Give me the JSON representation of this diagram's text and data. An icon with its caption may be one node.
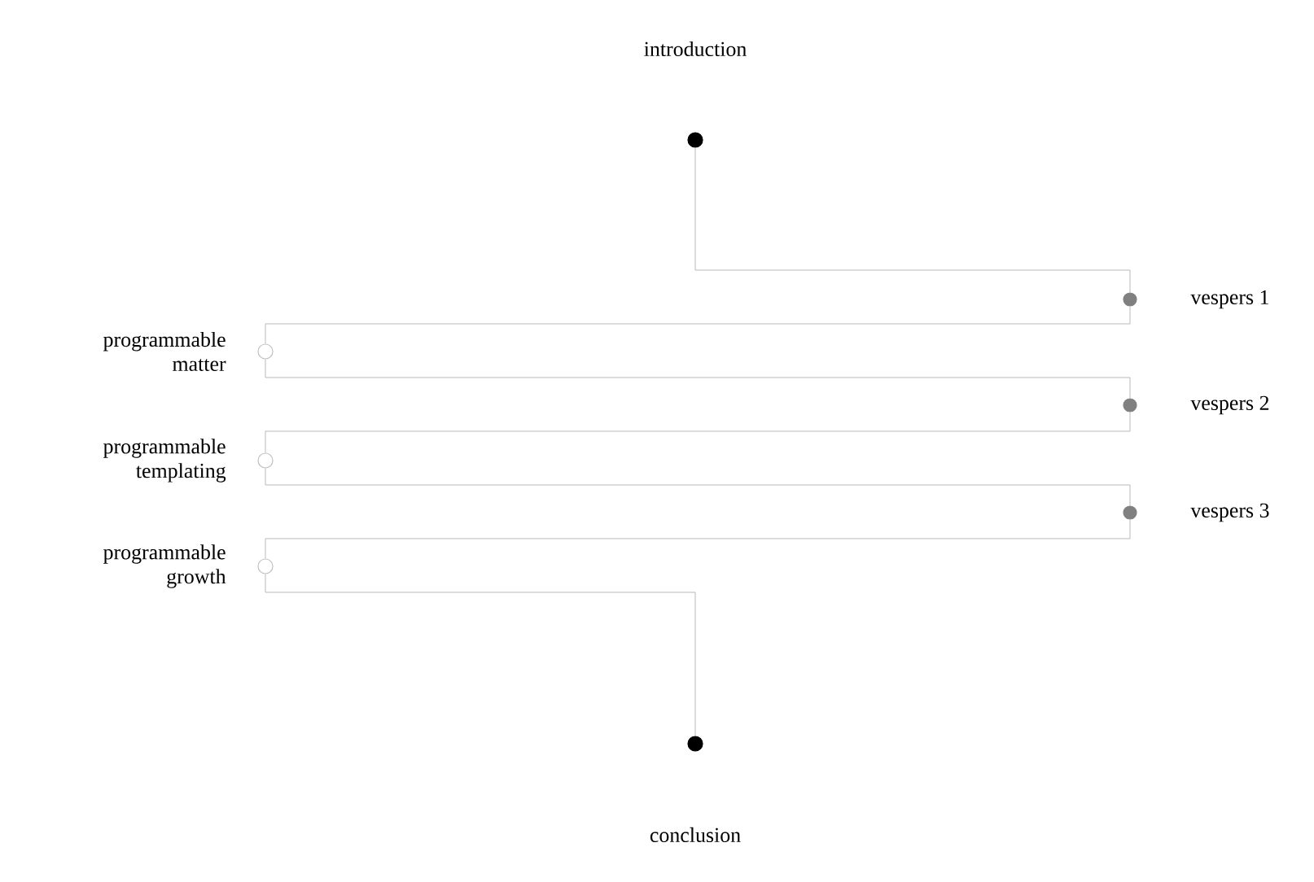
{
  "diagram": {
    "nodes": [
      {
        "text": [],
        "shape": "circle",
        "beside": [
          "introduction"
        ]
      },
      {
        "text": [],
        "shape": "circle",
        "beside": [
          "vespers 1"
        ]
      },
      {
        "text": [],
        "shape": "circle",
        "beside": [
          "programmable matter"
        ]
      },
      {
        "text": [],
        "shape": "circle",
        "beside": [
          "vespers 2"
        ]
      },
      {
        "text": [],
        "shape": "circle",
        "beside": [
          "programmable templating"
        ]
      },
      {
        "text": [],
        "shape": "circle",
        "beside": [
          "vespers 3"
        ]
      },
      {
        "text": [],
        "shape": "circle",
        "beside": [
          "programmable growth"
        ]
      },
      {
        "text": [],
        "shape": "circle",
        "beside": [
          "conclusion"
        ]
      }
    ],
    "edges": [
      {
        "from": 0,
        "to": 1,
        "arrow": "none"
      },
      {
        "from": 1,
        "to": 2,
        "arrow": "none"
      },
      {
        "from": 2,
        "to": 3,
        "arrow": "none"
      },
      {
        "from": 3,
        "to": 4,
        "arrow": "none"
      },
      {
        "from": 4,
        "to": 5,
        "arrow": "none"
      },
      {
        "from": 5,
        "to": 6,
        "arrow": "none"
      },
      {
        "from": 6,
        "to": 7,
        "arrow": "none"
      }
    ]
  }
}
